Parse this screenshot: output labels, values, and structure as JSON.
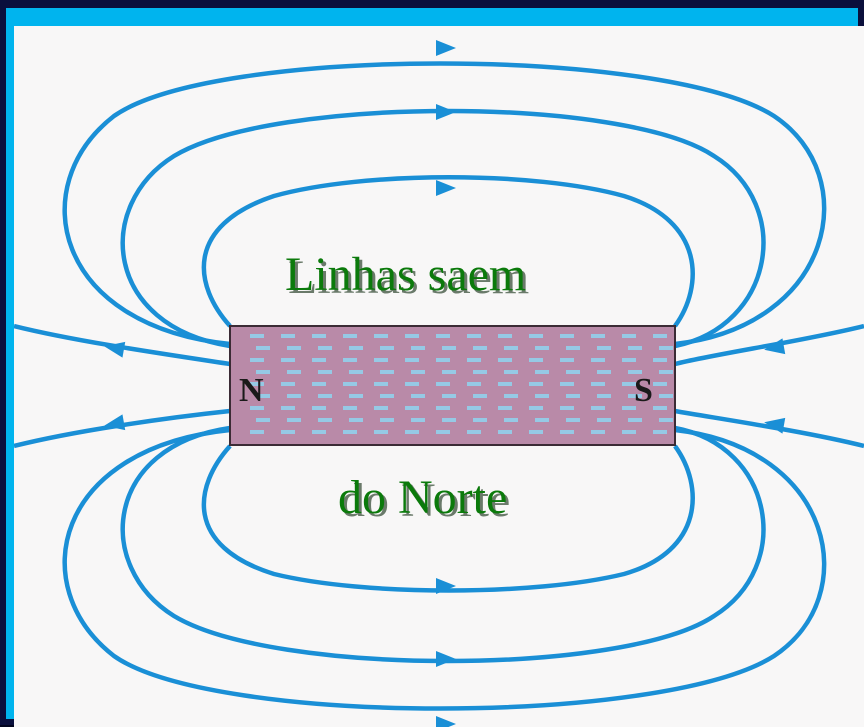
{
  "diagram": {
    "caption_top": "Linhas saem",
    "caption_bottom": "do Norte",
    "pole_north": "N",
    "pole_south": "S"
  },
  "colors": {
    "field_lines": "#1a8fd6",
    "magnet_fill": "#b98aa8",
    "magnet_dash": "#8fd3f0",
    "caption": "#0b7a0b",
    "frame": "#00b4ee",
    "outer_border": "#0a0f3c"
  }
}
